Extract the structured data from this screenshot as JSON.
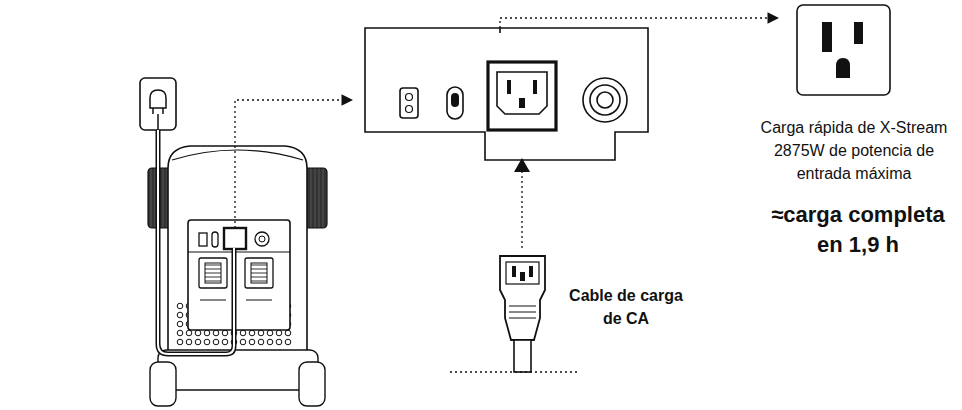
{
  "diagram": {
    "labels": [
      "Carga rápida de X-Stream 2875W de potencia de entrada máxima",
      "≈carga completa en 1,9 h",
      "Cable de carga de CA"
    ]
  }
}
